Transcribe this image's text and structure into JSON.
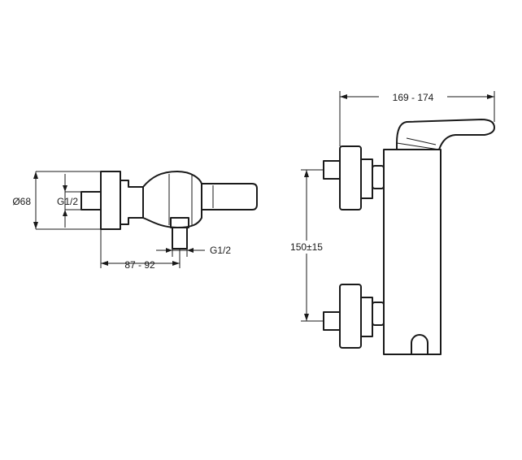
{
  "labels": {
    "dia_68": "Ø68",
    "g12_left": "G1/2",
    "g12_bottom": "G1/2",
    "width_87_92": "87 - 92",
    "width_169_174": "169 - 174",
    "height_150": "150±15"
  }
}
